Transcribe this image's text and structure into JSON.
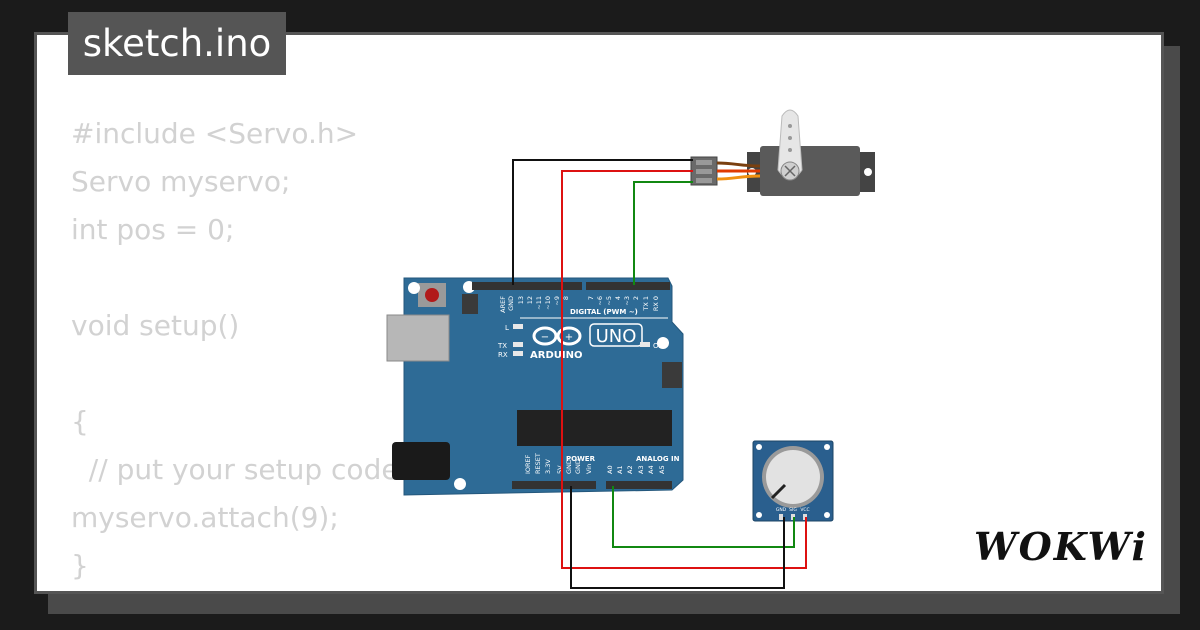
{
  "header": {
    "title": "sketch.ino"
  },
  "code": {
    "lines": [
      "#include <Servo.h>",
      "Servo myservo;",
      "int pos = 0;",
      "",
      "void setup()",
      "",
      "{",
      "  // put your setup code here, to run once:",
      "myservo.attach(9);",
      "}"
    ]
  },
  "board": {
    "brand": "ARDUINO",
    "model": "UNO",
    "digital_label": "DIGITAL (PWM ~)",
    "power_label": "POWER",
    "analog_label": "ANALOG IN",
    "on_label": "ON",
    "led_l": "L",
    "led_tx": "TX",
    "led_rx": "RX",
    "top_pins": [
      "AREF",
      "GND",
      "13",
      "12",
      "~11",
      "~10",
      "~9",
      "8",
      "7",
      "~6",
      "~5",
      "4",
      "~3",
      "2",
      "TX 1",
      "RX 0"
    ],
    "bottom_pins": [
      "IOREF",
      "RESET",
      "3.3V",
      "5V",
      "GND",
      "GND",
      "Vin",
      "A0",
      "A1",
      "A2",
      "A3",
      "A4",
      "A5"
    ]
  },
  "potentiometer": {
    "pins": [
      "GND",
      "SIG",
      "VCC"
    ]
  },
  "logo": {
    "text": "WOKWi"
  },
  "colors": {
    "board": "#2e6b96",
    "wire_black": "#111111",
    "wire_red": "#dd1111",
    "wire_green": "#118811",
    "title_bg": "#555555",
    "code_text": "#d2d2d2"
  }
}
